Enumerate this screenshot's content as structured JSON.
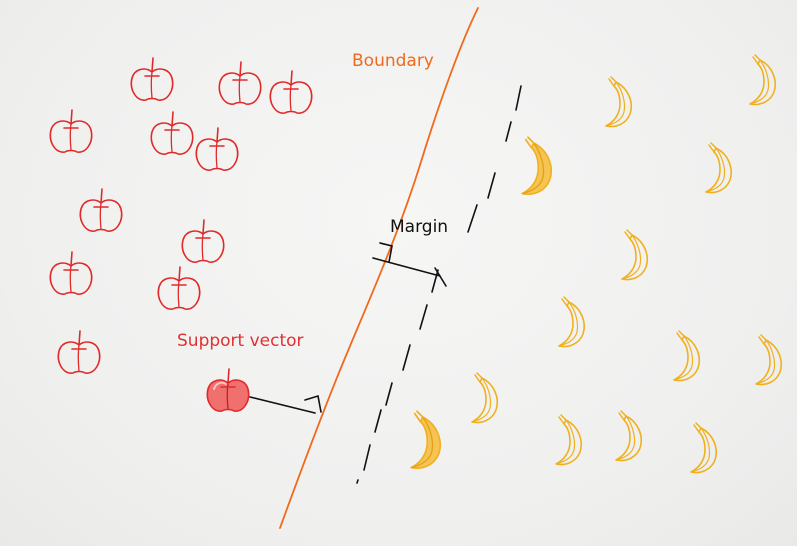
{
  "labels": {
    "boundary": "Boundary",
    "margin": "Margin",
    "support_vector": "Support vector"
  },
  "colors": {
    "apple": "#e02a2a",
    "apple_fill": "#f07070",
    "banana": "#f0b020",
    "banana_fill": "#f5c452",
    "boundary_line": "#ef6a1c",
    "boundary_text": "#ef6a1c",
    "support_text": "#e03030",
    "ink": "#111111"
  },
  "icons": {
    "apple": "apple-icon",
    "banana": "banana-icon"
  }
}
